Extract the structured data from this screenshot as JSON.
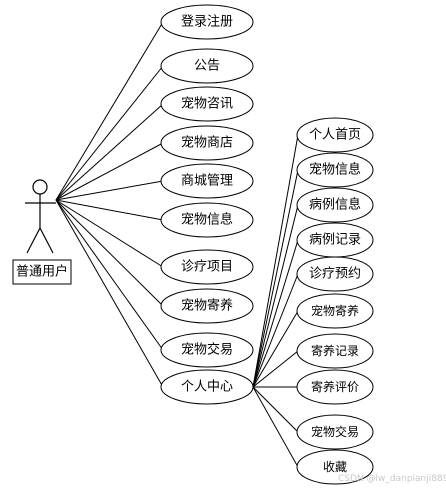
{
  "actor": {
    "name": "普通用户"
  },
  "use_cases": [
    {
      "id": "login",
      "label": "登录注册"
    },
    {
      "id": "notice",
      "label": "公告"
    },
    {
      "id": "pet-news",
      "label": "宠物咨讯"
    },
    {
      "id": "pet-shop",
      "label": "宠物商店"
    },
    {
      "id": "mall-mgmt",
      "label": "商城管理"
    },
    {
      "id": "pet-info",
      "label": "宠物信息"
    },
    {
      "id": "treatment",
      "label": "诊疗项目"
    },
    {
      "id": "pet-boarding",
      "label": "宠物寄养"
    },
    {
      "id": "pet-trade",
      "label": "宠物交易"
    },
    {
      "id": "personal-center",
      "label": "个人中心"
    }
  ],
  "personal_center_items": [
    {
      "id": "home",
      "label": "个人首页"
    },
    {
      "id": "my-pet-info",
      "label": "宠物信息"
    },
    {
      "id": "case-info",
      "label": "病例信息"
    },
    {
      "id": "case-record",
      "label": "病例记录"
    },
    {
      "id": "appointment",
      "label": "诊疗预约"
    },
    {
      "id": "my-boarding",
      "label": "宠物寄养"
    },
    {
      "id": "boarding-record",
      "label": "寄养记录"
    },
    {
      "id": "boarding-review",
      "label": "寄养评价"
    },
    {
      "id": "my-trade",
      "label": "宠物交易"
    },
    {
      "id": "favorites",
      "label": "收藏"
    }
  ],
  "watermark": "CSDN @lw_danpianji889"
}
